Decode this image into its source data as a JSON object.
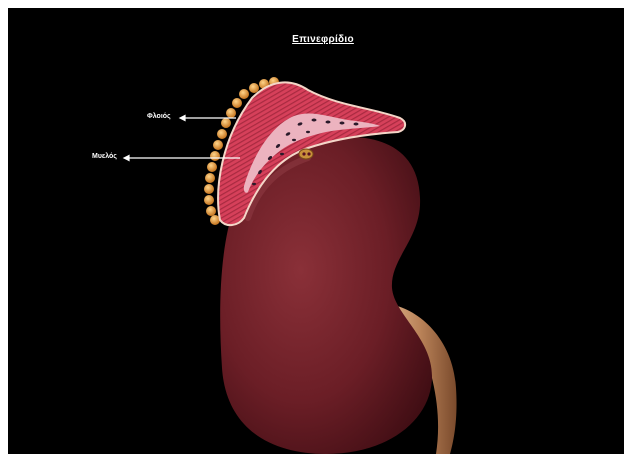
{
  "diagram": {
    "title": "Επινεφρίδιο",
    "labels": {
      "cortex": "Φλοιός",
      "medulla": "Μυελός"
    }
  },
  "colors": {
    "background": "#000000",
    "kidney": "#6b1e26",
    "cortex": "#d9475f",
    "medulla": "#e8a9b5",
    "capsule_fat": "#e8a04a",
    "ureter": "#c89468",
    "arrow": "#ffffff"
  }
}
